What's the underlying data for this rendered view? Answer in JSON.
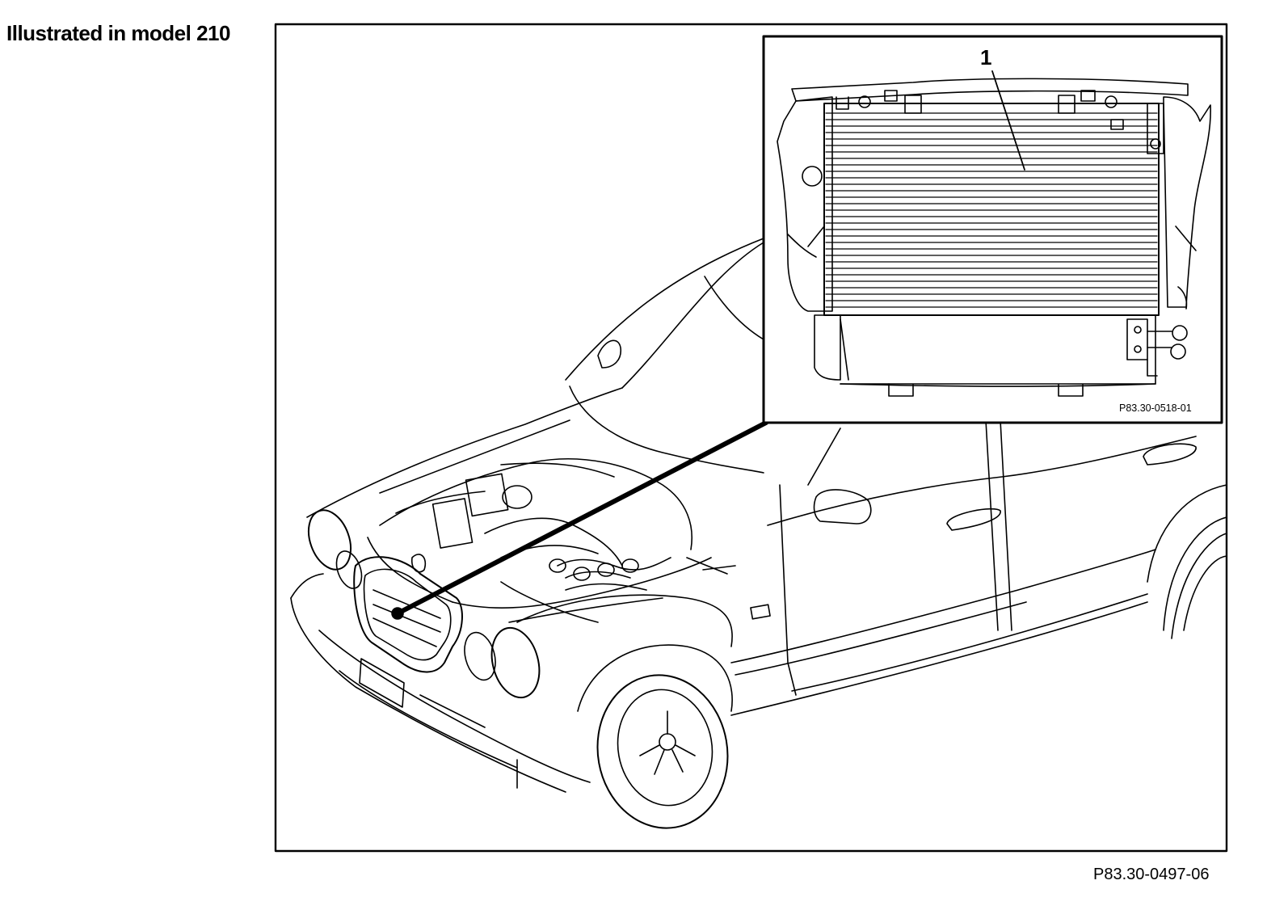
{
  "header": {
    "title": "Illustrated in model 210"
  },
  "figure": {
    "figure_code": "P83.30-0497-06",
    "inset": {
      "figure_code": "P83.30-0518-01",
      "callout": "1"
    }
  }
}
